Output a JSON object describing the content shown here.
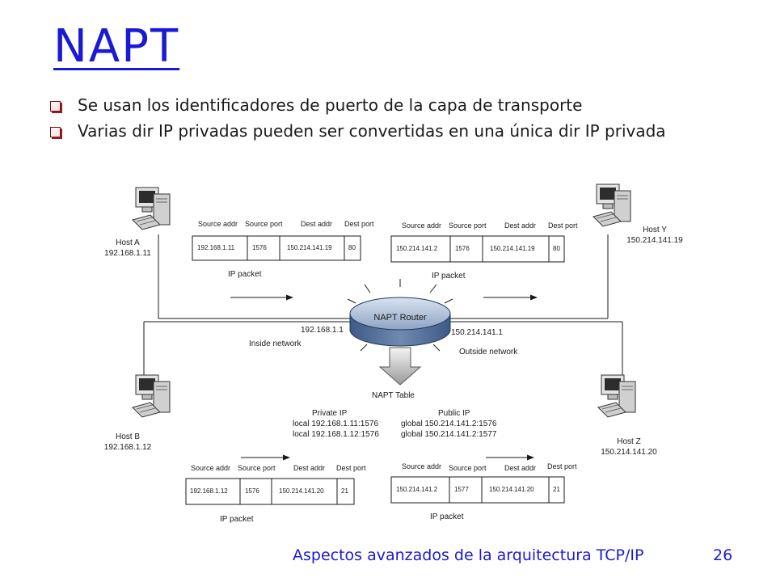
{
  "slide": {
    "title": "NAPT",
    "bullets": [
      "Se usan los identificadores de puerto de la capa de transporte",
      "Varias dir IP privadas pueden ser convertidas en una única dir IP privada"
    ],
    "footer": "Aspectos avanzados de la arquitectura TCP/IP",
    "page_number": "26"
  },
  "diagram": {
    "hosts": [
      {
        "id": "host-a",
        "name": "Host A",
        "ip": "192.168.1.11"
      },
      {
        "id": "host-b",
        "name": "Host B",
        "ip": "192.168.1.12"
      },
      {
        "id": "host-y",
        "name": "Host Y",
        "ip": "150.214.141.19"
      },
      {
        "id": "host-z",
        "name": "Host Z",
        "ip": "150.214.141.20"
      }
    ],
    "router": {
      "label": "NAPT Router",
      "inside_ip": "192.168.1.1",
      "outside_ip": "150.214.141.1",
      "inside_network": "Inside network",
      "outside_network": "Outside network",
      "table_label": "NAPT Table"
    },
    "packet_headers": [
      "Source addr",
      "Source port",
      "Dest addr",
      "Dest port"
    ],
    "packet_caption": "IP packet",
    "packets": [
      {
        "id": "packet-top-left",
        "fields": [
          "192.168.1.11",
          "1576",
          "150.214.141.19",
          "80"
        ]
      },
      {
        "id": "packet-top-right",
        "fields": [
          "150.214.141.2",
          "1576",
          "150.214.141.19",
          "80"
        ]
      },
      {
        "id": "packet-bottom-left",
        "fields": [
          "192.168.1.12",
          "1576",
          "150.214.141.20",
          "21"
        ]
      },
      {
        "id": "packet-bottom-right",
        "fields": [
          "150.214.141.2",
          "1577",
          "150.214.141.20",
          "21"
        ]
      }
    ],
    "napt_table": {
      "private_header": "Private IP",
      "public_header": "Public   IP",
      "rows": [
        {
          "private": "local 192.168.1.11:1576",
          "public": "global 150.214.141.2:1576"
        },
        {
          "private": "local 192.168.1.12:1576",
          "public": "global 150.214.141.2:1577"
        }
      ]
    }
  }
}
